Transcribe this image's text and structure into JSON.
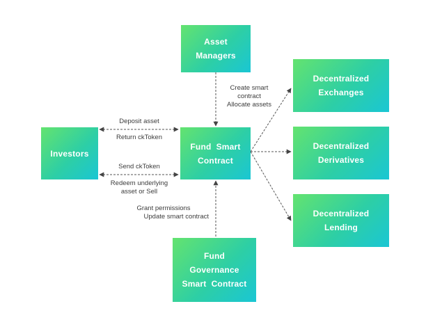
{
  "nodes": {
    "asset_managers": [
      "Asset",
      "Managers"
    ],
    "fund_smart_contract": [
      "Fund  Smart",
      "Contract"
    ],
    "investors": [
      "Investors"
    ],
    "fund_governance": [
      "Fund",
      "Governance",
      "Smart  Contract"
    ],
    "decentralized_exchanges": [
      "Decentralized",
      "Exchanges"
    ],
    "decentralized_derivatives": [
      "Decentralized",
      "Derivatives"
    ],
    "decentralized_lending": [
      "Decentralized",
      "Lending"
    ]
  },
  "edge_labels": {
    "create_smart_contract": [
      "Create smart",
      "contract",
      "Allocate assets"
    ],
    "deposit_asset": [
      "Deposit asset"
    ],
    "return_cktoken": [
      "Return ckToken"
    ],
    "send_cktoken": [
      "Send ckToken"
    ],
    "redeem": [
      "Redeem underlying",
      "asset or Sell"
    ],
    "grant_permissions": [
      "Grant permissions",
      "Update smart contract"
    ]
  },
  "colors": {
    "gradient_start": "#64e36f",
    "gradient_end": "#1ac6d4",
    "text_on_box": "#ffffff",
    "edge": "#555555",
    "label_text": "#3c3c3c"
  }
}
